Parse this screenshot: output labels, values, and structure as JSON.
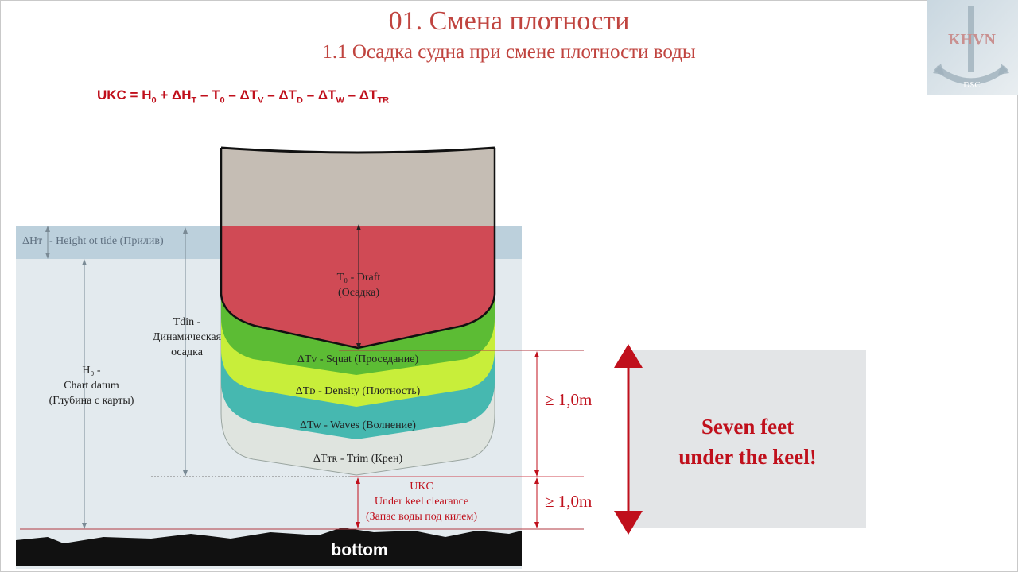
{
  "header": {
    "title": "01. Смена плотности",
    "subtitle": "1.1 Осадка судна при смене плотности воды"
  },
  "formula": {
    "ukc": "UKC = H",
    "h_sub": "0",
    "plus_dh": " + ΔH",
    "dh_sub": "T",
    "minus_t": " – T",
    "t_sub": "0",
    "minus_dtv": " – ΔT",
    "dtv_sub": "V",
    "minus_dtd": " – ΔT",
    "dtd_sub": "D",
    "minus_dtw": " – ΔT",
    "dtw_sub": "W",
    "minus_dttr": " – ΔT",
    "dttr_sub": "TR"
  },
  "logo": {
    "text": "KHVN",
    "subtext": "DSC"
  },
  "labels": {
    "dht_symbol": "ΔHт",
    "height_tide": "- Height ot tide (Прилив)",
    "draft_line1": "T₀ - Draft",
    "draft_line2": "(Осадка)",
    "tdin_line1": "Tdin -",
    "tdin_line2": "Динамическая",
    "tdin_line3": "осадка",
    "h0_line1": "H₀ -",
    "h0_line2": "Chart datum",
    "h0_line3": "(Глубина с карты)",
    "squat": "ΔTv - Squat (Проседание)",
    "density": "ΔTᴅ - Density (Плотность)",
    "waves": "ΔTw - Waves (Волнение)",
    "trim": "ΔTтʀ - Trim (Крен)",
    "ukc_line1": "UKC",
    "ukc_line2": "Under keel clearance",
    "ukc_line3": "(Запас воды под килем)",
    "geq_upper": "≥ 1,0m",
    "geq_lower": "≥ 1,0m",
    "seven_line1": "Seven feet",
    "seven_line2": "under the keel!",
    "bottom": "bottom"
  },
  "colors": {
    "hull_top": "#c5bdb4",
    "draft": "#d04a55",
    "squat": "#5cbc34",
    "density": "#c8ee3a",
    "waves": "#46b8b0",
    "trim": "#dfe4df",
    "water": "#e3eaee",
    "tide_band": "#bcd0dc",
    "seabed": "#111111",
    "accent_red": "#c0101c"
  }
}
